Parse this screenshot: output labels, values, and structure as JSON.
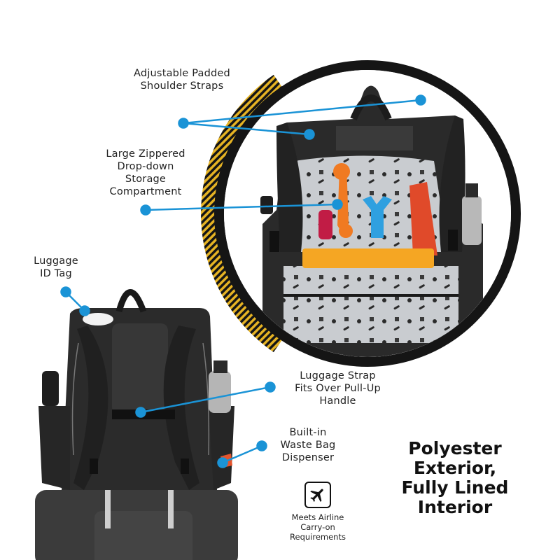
{
  "callouts": {
    "shoulder_straps": [
      "Adjustable Padded",
      "Shoulder Straps"
    ],
    "storage": [
      "Large Zippered",
      "Drop-down",
      "Storage",
      "Compartment"
    ],
    "id_tag": [
      "Luggage",
      "ID Tag"
    ],
    "luggage_strap": [
      "Luggage Strap",
      "Fits Over Pull-Up",
      "Handle"
    ],
    "waste_bag": [
      "Built-in",
      "Waste Bag",
      "Dispenser"
    ]
  },
  "feature": {
    "material": [
      "Polyester",
      "Exterior,",
      "Fully Lined",
      "Interior"
    ]
  },
  "airline": {
    "icon": "airplane-icon",
    "text": [
      "Meets Airline",
      "Carry-on",
      "Requirements"
    ]
  },
  "colors": {
    "callout_blue": "#1a93d6",
    "stripe_yellow": "#e6b323",
    "ring_black": "#151515",
    "bag_black": "#2a2a2a",
    "lining_grey": "#c9ccd0"
  }
}
